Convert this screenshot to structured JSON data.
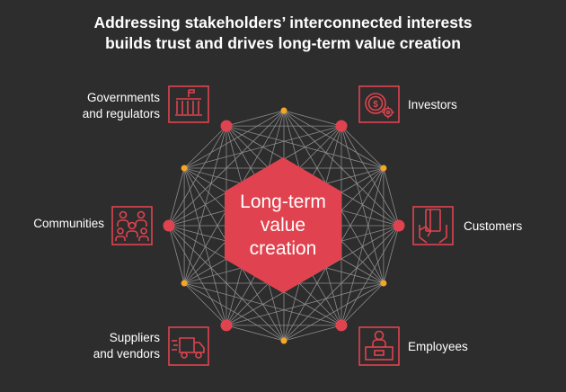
{
  "title": {
    "line1": "Addressing stakeholders’ interconnected interests",
    "line2": "builds trust and drives long-term value creation"
  },
  "center": {
    "line1": "Long-term",
    "line2": "value",
    "line3": "creation"
  },
  "stakeholders": {
    "governments": {
      "line1": "Governments",
      "line2": "and regulators",
      "icon": "government-building-icon"
    },
    "investors": {
      "line1": "Investors",
      "icon": "investment-coins-icon"
    },
    "customers": {
      "line1": "Customers",
      "icon": "card-in-hand-icon"
    },
    "employees": {
      "line1": "Employees",
      "icon": "person-at-desk-icon"
    },
    "suppliers": {
      "line1": "Suppliers",
      "line2": "and vendors",
      "icon": "delivery-truck-icon"
    },
    "communities": {
      "line1": "Communities",
      "icon": "community-people-icon"
    }
  },
  "colors": {
    "background": "#2d2d2d",
    "accent": "#e0434f",
    "node_small": "#f5a623",
    "network_lines": "#8c8c8c"
  }
}
